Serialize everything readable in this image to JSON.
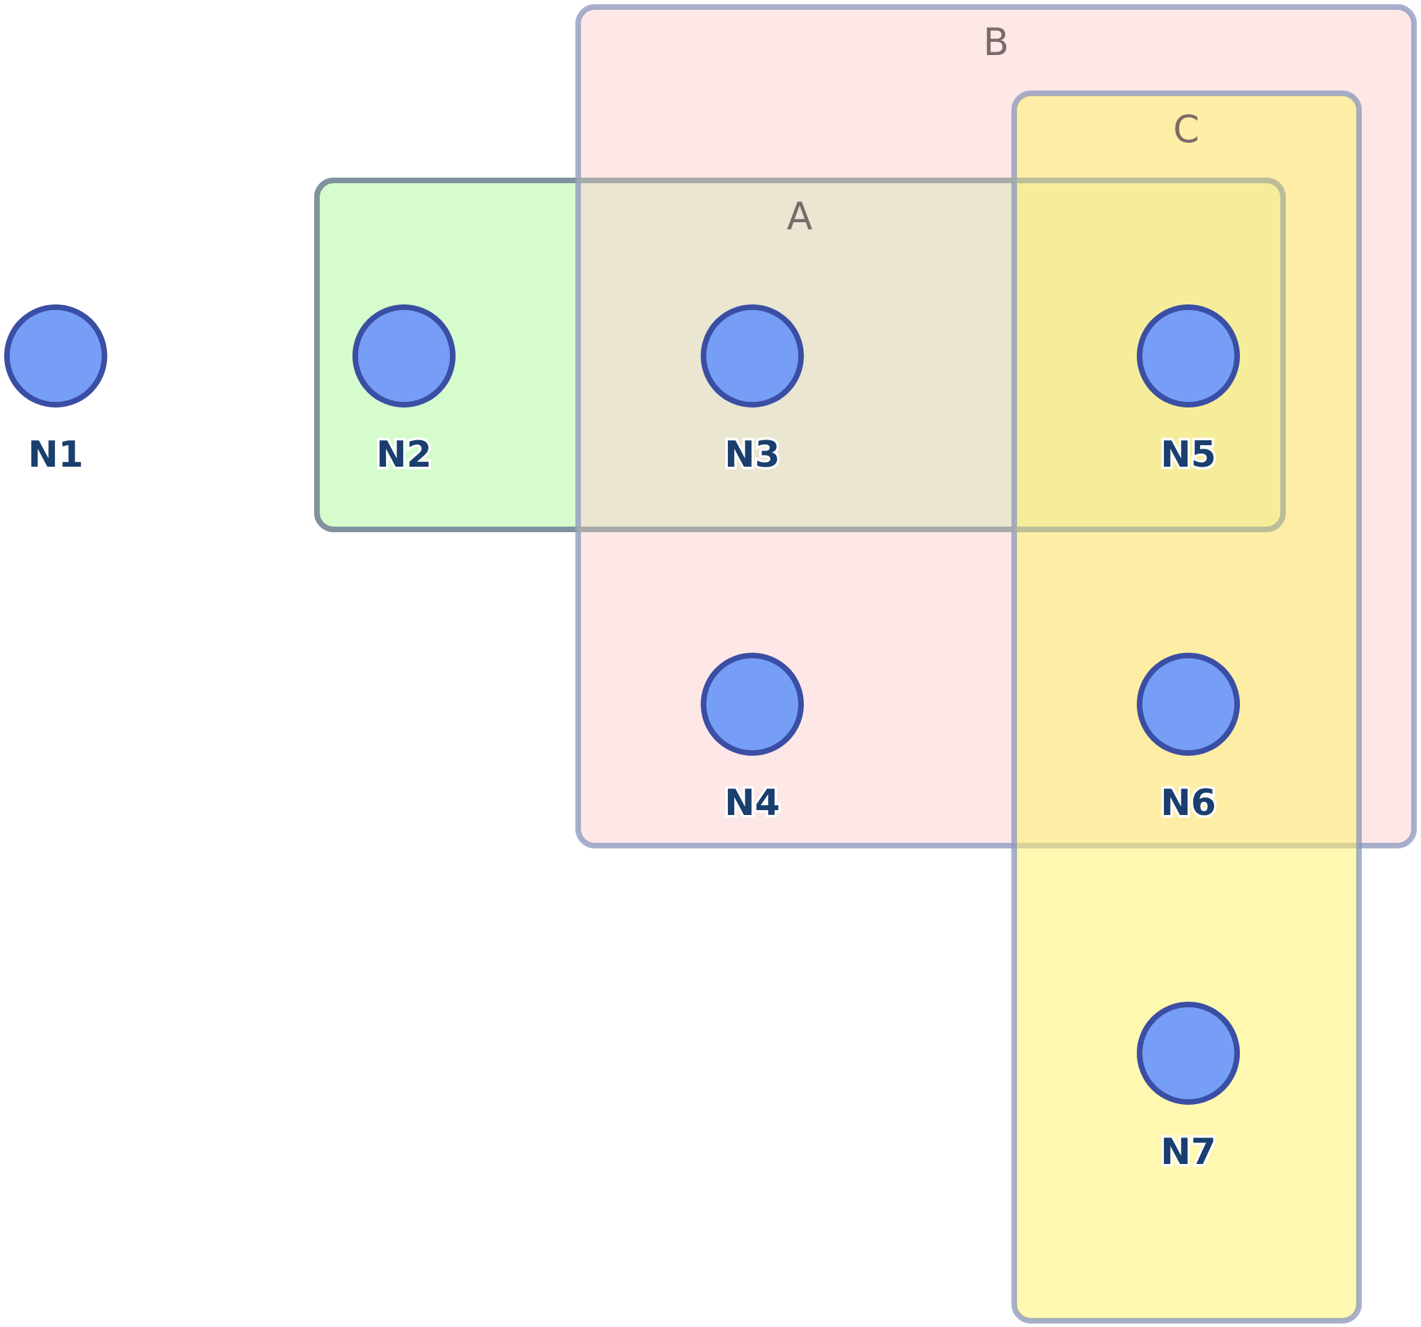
{
  "colors": {
    "background": "#ffffff",
    "node_fill": "#769ef7",
    "node_stroke": "#3a4ea4",
    "node_label": "#1a3f6e",
    "set_label": "#7a6a6a"
  },
  "sets": [
    {
      "id": "A",
      "label": "A",
      "fill": "#d6fcce",
      "stroke": "#48609a",
      "members": [
        "N2",
        "N3",
        "N5"
      ]
    },
    {
      "id": "B",
      "label": "B",
      "fill": "#fbd3d3",
      "stroke": "#8a96be",
      "members": [
        "N3",
        "N4",
        "N5",
        "N6"
      ]
    },
    {
      "id": "C",
      "label": "C",
      "fill": "#fff36f",
      "stroke": "#8a96be",
      "members": [
        "N5",
        "N6",
        "N7"
      ]
    }
  ],
  "nodes": [
    {
      "id": "N1",
      "label": "N1"
    },
    {
      "id": "N2",
      "label": "N2"
    },
    {
      "id": "N3",
      "label": "N3"
    },
    {
      "id": "N4",
      "label": "N4"
    },
    {
      "id": "N5",
      "label": "N5"
    },
    {
      "id": "N6",
      "label": "N6"
    },
    {
      "id": "N7",
      "label": "N7"
    }
  ]
}
